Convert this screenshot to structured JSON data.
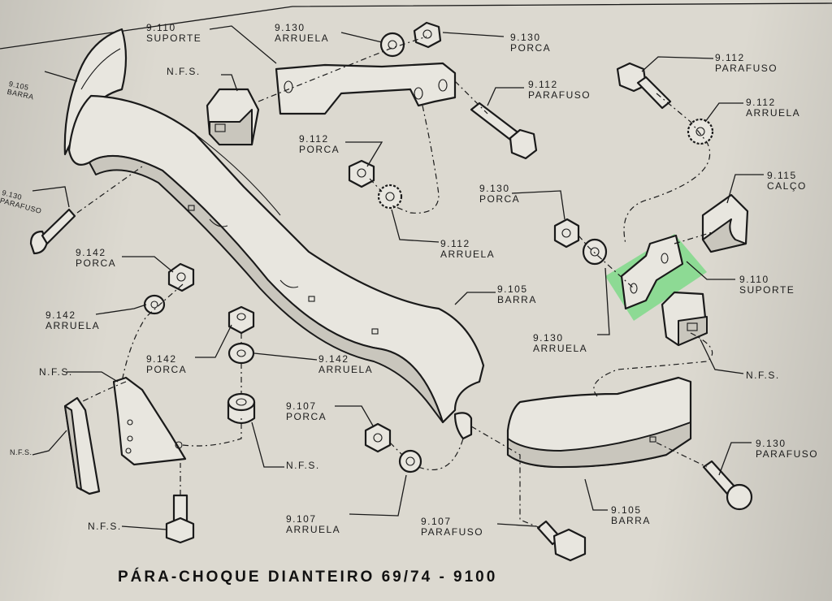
{
  "title": "PÁRA-CHOQUE DIANTEIRO 69/74 - 9100",
  "highlight_color": "#7fd98a",
  "labels": {
    "l9110_suporte_top": {
      "code": "9.110",
      "name": "SUPORTE"
    },
    "l9130_arruela_top": {
      "code": "9.130",
      "name": "ARRUELA"
    },
    "l9130_porca_top": {
      "code": "9.130",
      "name": "PORCA"
    },
    "l9112_parafuso_right": {
      "code": "9.112",
      "name": "PARAFUSO"
    },
    "l9112_arruela_right": {
      "code": "9.112",
      "name": "ARRUELA"
    },
    "l9105_barra_left": {
      "code": "9.105",
      "name": "BARRA"
    },
    "l_nfs_top": {
      "name": "N.F.S."
    },
    "l9112_parafuso_mid": {
      "code": "9.112",
      "name": "PARAFUSO"
    },
    "l9112_porca": {
      "code": "9.112",
      "name": "PORCA"
    },
    "l9130_parafuso_left": {
      "code": "9.130",
      "name": "PARAFUSO"
    },
    "l9115_calco": {
      "code": "9.115",
      "name": "CALÇO"
    },
    "l9130_porca_mid": {
      "code": "9.130",
      "name": "PORCA"
    },
    "l9112_arruela_mid": {
      "code": "9.112",
      "name": "ARRUELA"
    },
    "l9110_suporte_right": {
      "code": "9.110",
      "name": "SUPORTE"
    },
    "l9142_porca_left": {
      "code": "9.142",
      "name": "PORCA"
    },
    "l9105_barra_mid": {
      "code": "9.105",
      "name": "BARRA"
    },
    "l9142_arruela_left": {
      "code": "9.142",
      "name": "ARRUELA"
    },
    "l9130_arruela_mid": {
      "code": "9.130",
      "name": "ARRUELA"
    },
    "l9142_porca_mid": {
      "code": "9.142",
      "name": "PORCA"
    },
    "l9142_arruela_mid": {
      "code": "9.142",
      "name": "ARRUELA"
    },
    "l_nfs_bracket": {
      "name": "N.F.S."
    },
    "l_nfs_right": {
      "name": "N.F.S."
    },
    "l9107_porca": {
      "code": "9.107",
      "name": "PORCA"
    },
    "l_nfs_plate": {
      "name": "N.F.S."
    },
    "l_nfs_spacer": {
      "name": "N.F.S."
    },
    "l9130_parafuso_right": {
      "code": "9.130",
      "name": "PARAFUSO"
    },
    "l9107_arruela": {
      "code": "9.107",
      "name": "ARRUELA"
    },
    "l9105_barra_bottom": {
      "code": "9.105",
      "name": "BARRA"
    },
    "l9107_parafuso": {
      "code": "9.107",
      "name": "PARAFUSO"
    },
    "l_nfs_bolt": {
      "name": "N.F.S."
    }
  }
}
